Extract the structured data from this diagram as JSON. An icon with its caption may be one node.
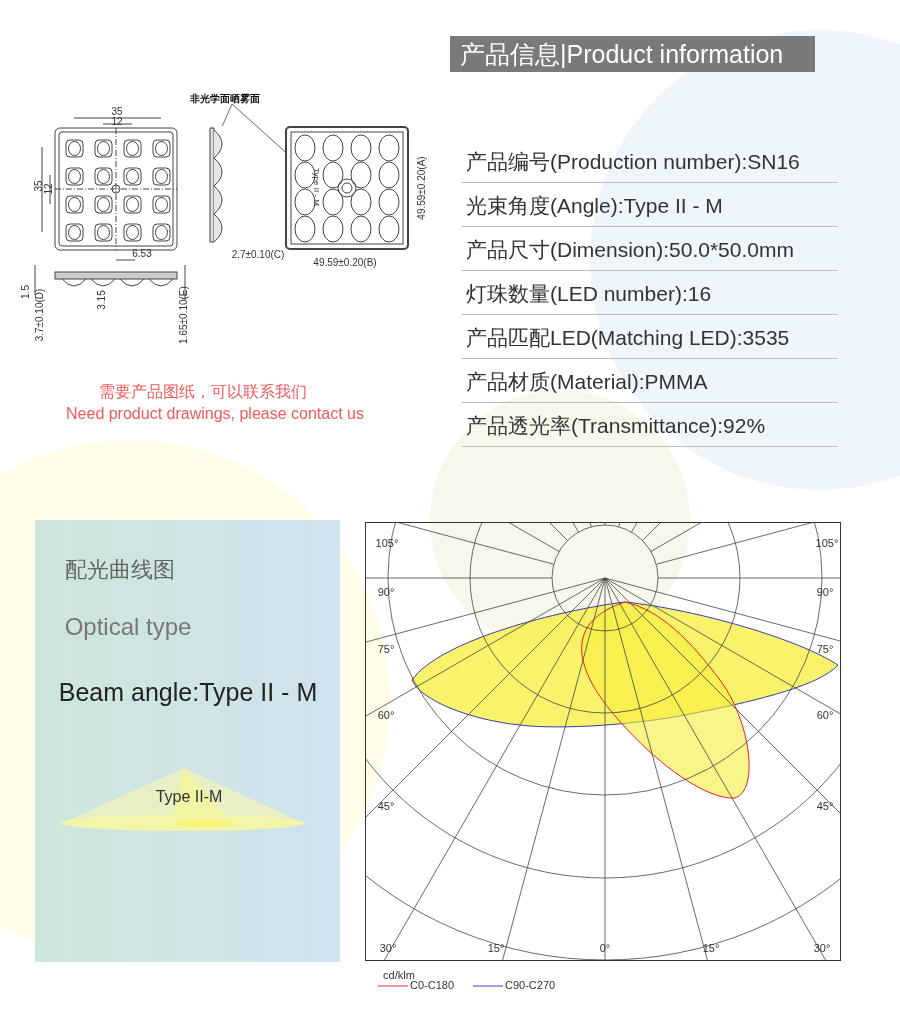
{
  "diagram": {
    "title": "产品信息|Product information",
    "nodes": [
      {
        "text": [
          "非光学面晒雾面"
        ]
      },
      {
        "text": [],
        "shape": "picture"
      },
      {
        "text": [],
        "shape": "picture"
      }
    ],
    "edges": [
      {
        "from": 0,
        "to": 1,
        "arrow": "none"
      },
      {
        "from": 0,
        "to": 2,
        "arrow": "none"
      }
    ],
    "labels": [
      "35",
      "12",
      "35",
      "12",
      "6.53",
      "2.7±0.10(C)",
      "Type II - M",
      "49.59±0.20(A)",
      "49.59±0.20(B)",
      "1.5",
      "3.7±0.10(D)",
      "3.15",
      "1.65±0.10(E)",
      "产品编号(Production number):SN16",
      "光束角度(Angle):Type II - M",
      "产品尺寸(Dimension):50.0*50.0mm",
      "灯珠数量(LED number):16",
      "产品匹配LED(Matching LED):3535",
      "产品材质(Material):PMMA",
      "产品透光率(Transmittance):92%",
      "需要产品图纸，可以联系我们",
      "Need product drawings, please contact us",
      "配光曲线图",
      "Optical type",
      "Beam angle:Type II - M",
      "Type II-M",
      "105°",
      "105°",
      "90°",
      "90°",
      "75°",
      "75°",
      "60°",
      "60°",
      "45°",
      "45°",
      "30°",
      "15°",
      "0°",
      "15°",
      "30°",
      "cd/klm"
    ],
    "legend": [
      {
        "text": "C0-C180"
      },
      {
        "text": "C90-C270"
      }
    ]
  }
}
